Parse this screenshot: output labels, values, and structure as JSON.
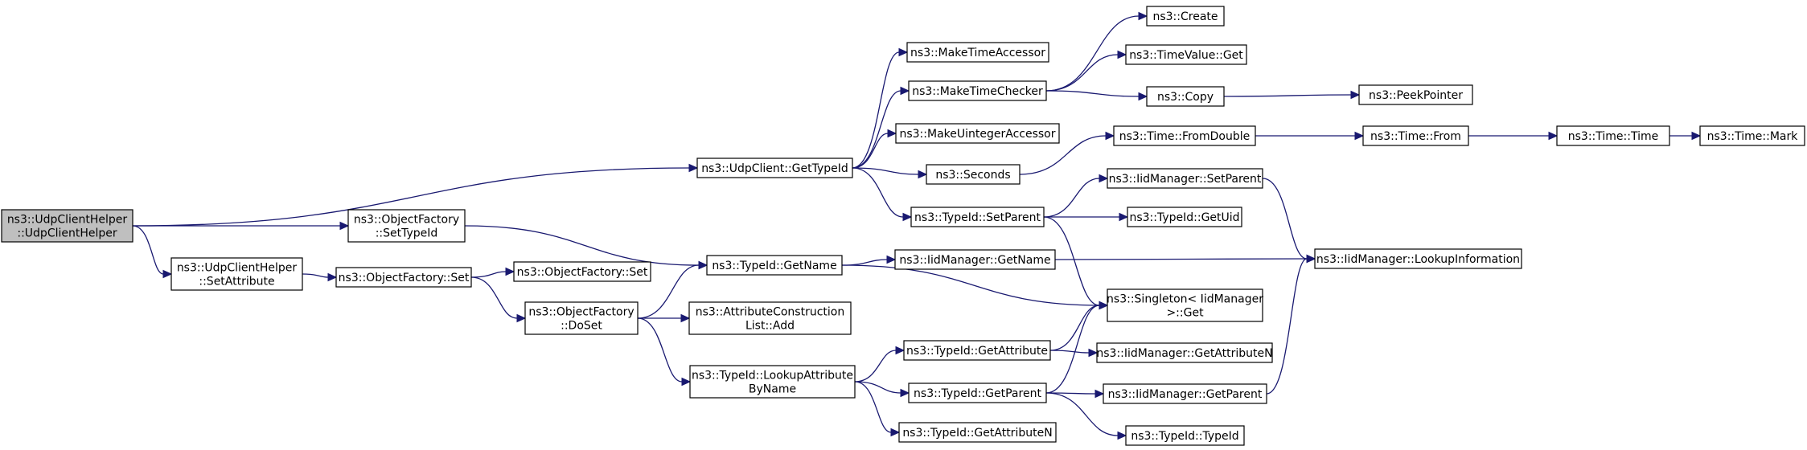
{
  "graph": {
    "nodes": [
      {
        "id": "root",
        "lines": [
          "ns3::UdpClientHelper",
          "::UdpClientHelper"
        ],
        "root": true
      },
      {
        "id": "getTypeId",
        "lines": [
          "ns3::UdpClient::GetTypeId"
        ]
      },
      {
        "id": "ofSetTypeId",
        "lines": [
          "ns3::ObjectFactory",
          "::SetTypeId"
        ]
      },
      {
        "id": "setAttribute",
        "lines": [
          "ns3::UdpClientHelper",
          "::SetAttribute"
        ]
      },
      {
        "id": "makeTimeAccessor",
        "lines": [
          "ns3::MakeTimeAccessor"
        ]
      },
      {
        "id": "makeTimeChecker",
        "lines": [
          "ns3::MakeTimeChecker"
        ]
      },
      {
        "id": "makeUintAccessor",
        "lines": [
          "ns3::MakeUintegerAccessor"
        ]
      },
      {
        "id": "seconds",
        "lines": [
          "ns3::Seconds"
        ]
      },
      {
        "id": "tidSetParent",
        "lines": [
          "ns3::TypeId::SetParent"
        ]
      },
      {
        "id": "create",
        "lines": [
          "ns3::Create"
        ]
      },
      {
        "id": "timeValueGet",
        "lines": [
          "ns3::TimeValue::Get"
        ]
      },
      {
        "id": "copy",
        "lines": [
          "ns3::Copy"
        ]
      },
      {
        "id": "peekPointer",
        "lines": [
          "ns3::PeekPointer"
        ]
      },
      {
        "id": "timeFromDouble",
        "lines": [
          "ns3::Time::FromDouble"
        ]
      },
      {
        "id": "timeFrom",
        "lines": [
          "ns3::Time::From"
        ]
      },
      {
        "id": "timeTime",
        "lines": [
          "ns3::Time::Time"
        ]
      },
      {
        "id": "timeMark",
        "lines": [
          "ns3::Time::Mark"
        ]
      },
      {
        "id": "iidSetParent",
        "lines": [
          "ns3::IidManager::SetParent"
        ]
      },
      {
        "id": "tidGetUid",
        "lines": [
          "ns3::TypeId::GetUid"
        ]
      },
      {
        "id": "singletonGet",
        "lines": [
          "ns3::Singleton< IidManager",
          ">::Get"
        ]
      },
      {
        "id": "lookupInfo",
        "lines": [
          "ns3::IidManager::LookupInformation"
        ]
      },
      {
        "id": "tidGetName",
        "lines": [
          "ns3::TypeId::GetName"
        ]
      },
      {
        "id": "iidGetName",
        "lines": [
          "ns3::IidManager::GetName"
        ]
      },
      {
        "id": "ofSet",
        "lines": [
          "ns3::ObjectFactory::Set"
        ]
      },
      {
        "id": "ofSet2",
        "lines": [
          "ns3::ObjectFactory::Set"
        ]
      },
      {
        "id": "ofDoSet",
        "lines": [
          "ns3::ObjectFactory",
          "::DoSet"
        ]
      },
      {
        "id": "aclAdd",
        "lines": [
          "ns3::AttributeConstruction",
          "List::Add"
        ]
      },
      {
        "id": "lookupAttr",
        "lines": [
          "ns3::TypeId::LookupAttribute",
          "ByName"
        ]
      },
      {
        "id": "tidGetAttribute",
        "lines": [
          "ns3::TypeId::GetAttribute"
        ]
      },
      {
        "id": "tidGetParent",
        "lines": [
          "ns3::TypeId::GetParent"
        ]
      },
      {
        "id": "tidGetAttrN",
        "lines": [
          "ns3::TypeId::GetAttributeN"
        ]
      },
      {
        "id": "iidGetAttrN",
        "lines": [
          "ns3::IidManager::GetAttributeN"
        ]
      },
      {
        "id": "iidGetParent",
        "lines": [
          "ns3::IidManager::GetParent"
        ]
      },
      {
        "id": "tidTypeId",
        "lines": [
          "ns3::TypeId::TypeId"
        ]
      }
    ],
    "edges": [
      [
        "root",
        "getTypeId"
      ],
      [
        "root",
        "ofSetTypeId"
      ],
      [
        "root",
        "setAttribute"
      ],
      [
        "getTypeId",
        "makeTimeAccessor"
      ],
      [
        "getTypeId",
        "makeTimeChecker"
      ],
      [
        "getTypeId",
        "makeUintAccessor"
      ],
      [
        "getTypeId",
        "seconds"
      ],
      [
        "getTypeId",
        "tidSetParent"
      ],
      [
        "makeTimeChecker",
        "create"
      ],
      [
        "makeTimeChecker",
        "timeValueGet"
      ],
      [
        "makeTimeChecker",
        "copy"
      ],
      [
        "copy",
        "peekPointer"
      ],
      [
        "seconds",
        "timeFromDouble"
      ],
      [
        "timeFromDouble",
        "timeFrom"
      ],
      [
        "timeFrom",
        "timeTime"
      ],
      [
        "timeTime",
        "timeMark"
      ],
      [
        "tidSetParent",
        "iidSetParent"
      ],
      [
        "tidSetParent",
        "tidGetUid"
      ],
      [
        "tidSetParent",
        "singletonGet"
      ],
      [
        "iidSetParent",
        "lookupInfo"
      ],
      [
        "ofSetTypeId",
        "tidGetName"
      ],
      [
        "tidGetName",
        "iidGetName"
      ],
      [
        "tidGetName",
        "singletonGet"
      ],
      [
        "iidGetName",
        "lookupInfo"
      ],
      [
        "setAttribute",
        "ofSet"
      ],
      [
        "ofSet",
        "ofSet2"
      ],
      [
        "ofSet",
        "ofDoSet"
      ],
      [
        "ofDoSet",
        "tidGetName"
      ],
      [
        "ofDoSet",
        "aclAdd"
      ],
      [
        "ofDoSet",
        "lookupAttr"
      ],
      [
        "lookupAttr",
        "tidGetAttribute"
      ],
      [
        "lookupAttr",
        "tidGetParent"
      ],
      [
        "lookupAttr",
        "tidGetAttrN"
      ],
      [
        "tidGetAttribute",
        "singletonGet"
      ],
      [
        "tidGetAttribute",
        "iidGetAttrN"
      ],
      [
        "tidGetParent",
        "singletonGet"
      ],
      [
        "tidGetParent",
        "iidGetParent"
      ],
      [
        "tidGetParent",
        "tidTypeId"
      ],
      [
        "iidGetParent",
        "lookupInfo"
      ]
    ]
  }
}
